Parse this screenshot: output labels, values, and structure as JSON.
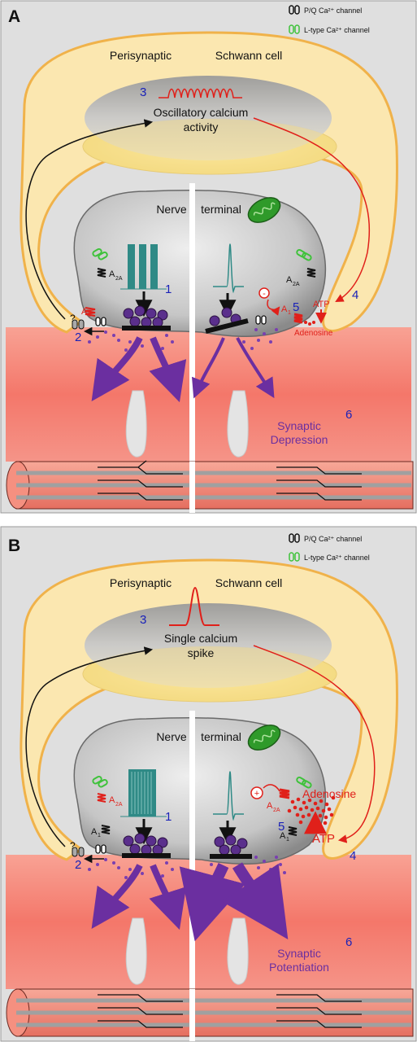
{
  "panels": [
    {
      "letter": "A",
      "legend": [
        {
          "text": "P/Q Ca²⁺ channel",
          "color": "#111111"
        },
        {
          "text": "L-type Ca²⁺ channel",
          "color": "#3ec23a"
        }
      ],
      "schwann_left": "Perisynaptic",
      "schwann_right": "Schwann cell",
      "calcium_label_1": "Oscillatory calcium",
      "calcium_label_2": "activity",
      "nerve_left": "Nerve",
      "nerve_right": "terminal",
      "receptor_upper": "A",
      "receptor_upper_sub": "2A",
      "receptor_lower": "A",
      "receptor_lower_sub": "1",
      "receptor_right": "A",
      "receptor_right_sub": "2A",
      "right_active_receptor": "A",
      "right_active_receptor_sub": "1",
      "atp": "ATP",
      "adenosine": "Adenosine",
      "modulation_sign": "-",
      "question": "?",
      "numbers": [
        "1",
        "2",
        "3",
        "4",
        "5",
        "6"
      ],
      "outcome_1": "Synaptic",
      "outcome_2": "Depression"
    },
    {
      "letter": "B",
      "legend": [
        {
          "text": "P/Q Ca²⁺ channel",
          "color": "#111111"
        },
        {
          "text": "L-type Ca²⁺ channel",
          "color": "#3ec23a"
        }
      ],
      "schwann_left": "Perisynaptic",
      "schwann_right": "Schwann cell",
      "calcium_label_1": "Single calcium",
      "calcium_label_2": "spike",
      "nerve_left": "Nerve",
      "nerve_right": "terminal",
      "receptor_upper": "A",
      "receptor_upper_sub": "2A",
      "receptor_lower": "A",
      "receptor_lower_sub": "1",
      "receptor_right": "A",
      "receptor_right_sub": "1",
      "right_active_receptor": "A",
      "right_active_receptor_sub": "2A",
      "atp": "ATP",
      "adenosine": "Adenosine",
      "modulation_sign": "+",
      "question": "?",
      "numbers": [
        "1",
        "2",
        "3",
        "4",
        "5",
        "6"
      ],
      "outcome_1": "Synaptic",
      "outcome_2": "Potentiation"
    }
  ],
  "colors": {
    "schwann_fill": "#fbe7b0",
    "schwann_stroke": "#f0b24a",
    "muscle": "#f58070",
    "terminal": "#c8c8c8",
    "vesicle": "#5a2f8c",
    "release": "#7a3fb0",
    "accent_red": "#e0201a",
    "number_blue": "#1a22b8",
    "mitochondria": "#2f9a2a",
    "channel_green": "#3ec23a",
    "ap_teal": "#2f8a86"
  }
}
